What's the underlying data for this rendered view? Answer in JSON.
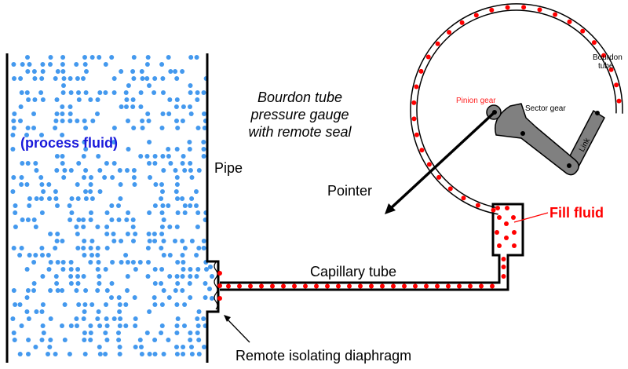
{
  "title": "Bourdon tube pressure gauge with remote seal",
  "title_lines": [
    "Bourdon tube",
    "pressure gauge",
    "with remote seal"
  ],
  "labels": {
    "process_fluid": "(process fluid)",
    "pipe": "Pipe",
    "capillary_tube": "Capillary tube",
    "remote_diaphragm": "Remote isolating diaphragm",
    "fill_fluid": "Fill fluid",
    "pointer": "Pointer",
    "pinion_gear": "Pinion gear",
    "sector_gear": "Sector gear",
    "link": "Link",
    "bourdon_tube_line1": "Bourdon",
    "bourdon_tube_line2": "tube"
  },
  "colors": {
    "process_fluid_dot": "#4499ee",
    "process_fluid_label": "#1a1adb",
    "fill_fluid": "#ff0000",
    "pinion_label": "#ff2020",
    "mechanism_fill": "#808080",
    "outline": "#000000"
  }
}
